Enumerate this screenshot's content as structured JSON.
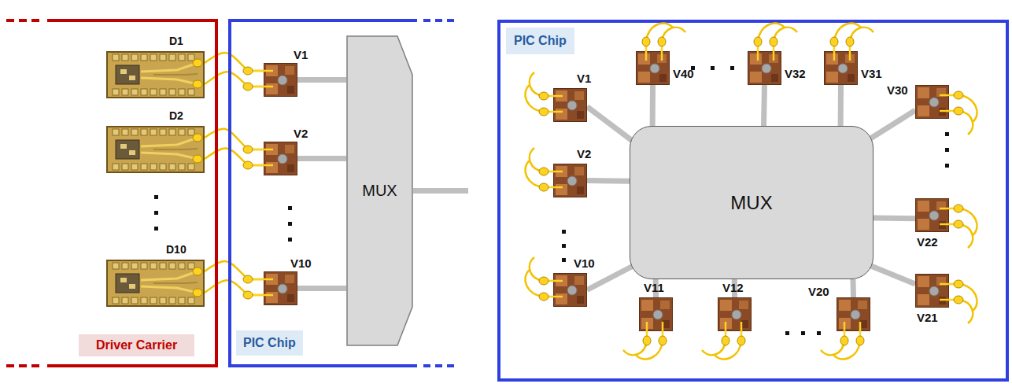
{
  "diagram": {
    "nodes": [
      {
        "text": [
          "Driver Carrier"
        ]
      },
      {
        "text": [
          "D1"
        ],
        "in": 0
      },
      {
        "text": [
          "D2"
        ],
        "in": 0
      },
      {
        "text": [
          "D10"
        ],
        "in": 0
      },
      {
        "text": [
          "PIC Chip"
        ]
      },
      {
        "text": [
          "V1"
        ],
        "in": 4
      },
      {
        "text": [
          "V2"
        ],
        "in": 4
      },
      {
        "text": [
          "V10"
        ],
        "in": 4
      },
      {
        "text": [
          "MUX"
        ],
        "in": 4
      },
      {
        "text": [
          "PIC Chip"
        ]
      },
      {
        "text": [
          "MUX"
        ],
        "in": 9
      },
      {
        "text": [
          "V1"
        ],
        "in": 9
      },
      {
        "text": [
          "V2"
        ],
        "in": 9
      },
      {
        "text": [
          "V10"
        ],
        "in": 9
      },
      {
        "text": [
          "V11"
        ],
        "in": 9
      },
      {
        "text": [
          "V12"
        ],
        "in": 9
      },
      {
        "text": [
          "V20"
        ],
        "in": 9
      },
      {
        "text": [
          "V21"
        ],
        "in": 9
      },
      {
        "text": [
          "V22"
        ],
        "in": 9
      },
      {
        "text": [
          "V30"
        ],
        "in": 9
      },
      {
        "text": [
          "V31"
        ],
        "in": 9
      },
      {
        "text": [
          "V32"
        ],
        "in": 9
      },
      {
        "text": [
          "V40"
        ],
        "in": 9
      }
    ],
    "edges": [
      {
        "from": 1,
        "to": 5,
        "arrow": "none"
      },
      {
        "from": 2,
        "to": 6,
        "arrow": "none"
      },
      {
        "from": 3,
        "to": 7,
        "arrow": "none"
      },
      {
        "from": 5,
        "to": 8,
        "arrow": "none"
      },
      {
        "from": 6,
        "to": 8,
        "arrow": "none"
      },
      {
        "from": 7,
        "to": 8,
        "arrow": "none"
      },
      {
        "from": 11,
        "to": 10,
        "arrow": "none"
      },
      {
        "from": 12,
        "to": 10,
        "arrow": "none"
      },
      {
        "from": 13,
        "to": 10,
        "arrow": "none"
      },
      {
        "from": 14,
        "to": 10,
        "arrow": "none"
      },
      {
        "from": 15,
        "to": 10,
        "arrow": "none"
      },
      {
        "from": 16,
        "to": 10,
        "arrow": "none"
      },
      {
        "from": 17,
        "to": 10,
        "arrow": "none"
      },
      {
        "from": 18,
        "to": 10,
        "arrow": "none"
      },
      {
        "from": 19,
        "to": 10,
        "arrow": "none"
      },
      {
        "from": 20,
        "to": 10,
        "arrow": "none"
      },
      {
        "from": 21,
        "to": 10,
        "arrow": "none"
      },
      {
        "from": 22,
        "to": 10,
        "arrow": "none"
      }
    ]
  }
}
